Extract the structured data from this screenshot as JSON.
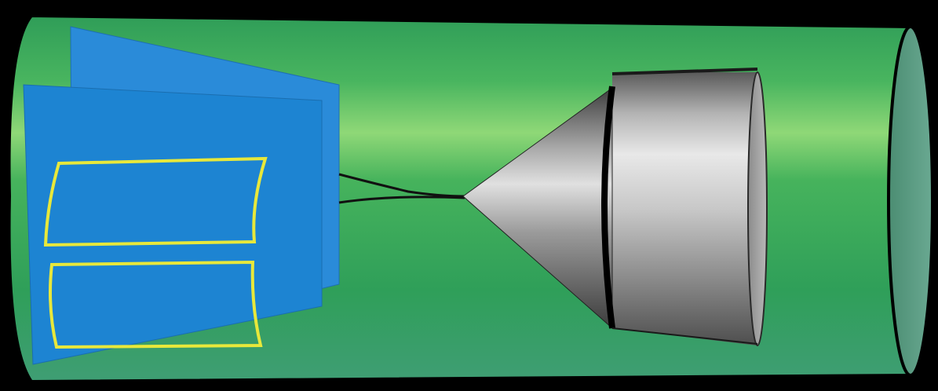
{
  "diagram": {
    "colors": {
      "background": "#000000",
      "cylinder_green": "#3aa75f",
      "cylinder_end_cap": "#5e9f86",
      "panel_blue": "#1f86d4",
      "panel_outline": "#e9ea3b",
      "nozzle_gray": "#a6a6a6",
      "tether": "#111111"
    },
    "components": [
      {
        "name": "tube",
        "shape": "cylinder"
      },
      {
        "name": "end-cap",
        "shape": "ellipse"
      },
      {
        "name": "rear-panel",
        "shape": "quadrilateral"
      },
      {
        "name": "front-panel",
        "shape": "quadrilateral"
      },
      {
        "name": "panel-windows",
        "shape": "outlined-rectangles",
        "count": 2
      },
      {
        "name": "tether-lines",
        "shape": "lines",
        "count": 2
      },
      {
        "name": "nozzle",
        "shape": "cone-with-cylinder"
      }
    ]
  }
}
